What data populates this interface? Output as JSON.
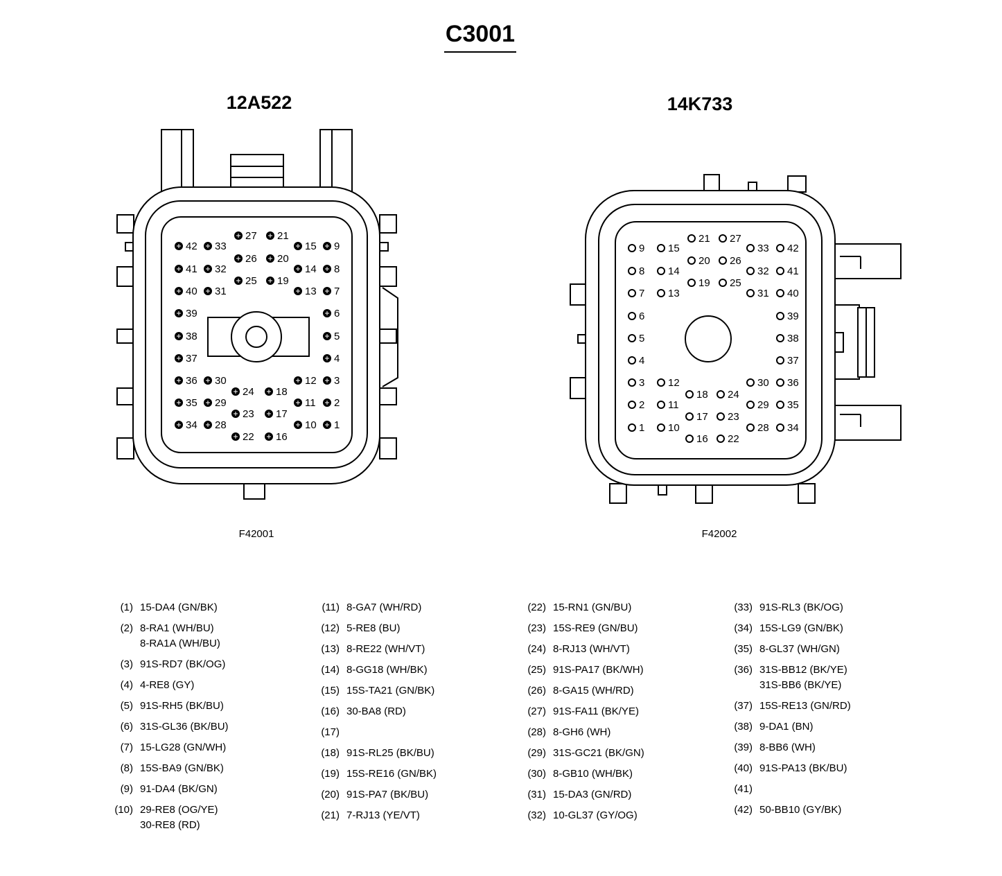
{
  "title": "C3001",
  "connectors": {
    "left": {
      "part_number": "12A522",
      "figure_id": "F42001",
      "center_key": "keyed-round-latch",
      "pins": [
        {
          "n": "1",
          "side": "right"
        },
        {
          "n": "2",
          "side": "right"
        },
        {
          "n": "3",
          "side": "right"
        },
        {
          "n": "4",
          "side": "right"
        },
        {
          "n": "5",
          "side": "right"
        },
        {
          "n": "6",
          "side": "right"
        },
        {
          "n": "7",
          "side": "right"
        },
        {
          "n": "8",
          "side": "right"
        },
        {
          "n": "9",
          "side": "right"
        },
        {
          "n": "10",
          "side": "right"
        },
        {
          "n": "11",
          "side": "right"
        },
        {
          "n": "12",
          "side": "right"
        },
        {
          "n": "13",
          "side": "right"
        },
        {
          "n": "14",
          "side": "right"
        },
        {
          "n": "15",
          "side": "right"
        },
        {
          "n": "16",
          "side": "right"
        },
        {
          "n": "17",
          "side": "right"
        },
        {
          "n": "18",
          "side": "right"
        },
        {
          "n": "19",
          "side": "right"
        },
        {
          "n": "20",
          "side": "right"
        },
        {
          "n": "21",
          "side": "right"
        },
        {
          "n": "22",
          "side": "right"
        },
        {
          "n": "23",
          "side": "right"
        },
        {
          "n": "24",
          "side": "right"
        },
        {
          "n": "25",
          "side": "right"
        },
        {
          "n": "26",
          "side": "right"
        },
        {
          "n": "27",
          "side": "right"
        },
        {
          "n": "28",
          "side": "right"
        },
        {
          "n": "29",
          "side": "right"
        },
        {
          "n": "30",
          "side": "right"
        },
        {
          "n": "31",
          "side": "right"
        },
        {
          "n": "32",
          "side": "right"
        },
        {
          "n": "33",
          "side": "right"
        },
        {
          "n": "34",
          "side": "right"
        },
        {
          "n": "35",
          "side": "right"
        },
        {
          "n": "36",
          "side": "right"
        },
        {
          "n": "37",
          "side": "right"
        },
        {
          "n": "38",
          "side": "right"
        },
        {
          "n": "39",
          "side": "right"
        },
        {
          "n": "40",
          "side": "right"
        },
        {
          "n": "41",
          "side": "right"
        },
        {
          "n": "42",
          "side": "right"
        }
      ]
    },
    "right": {
      "part_number": "14K733",
      "figure_id": "F42002",
      "center_key": "round-post",
      "pins": [
        "1",
        "2",
        "3",
        "4",
        "5",
        "6",
        "7",
        "8",
        "9",
        "10",
        "11",
        "12",
        "13",
        "14",
        "15",
        "16",
        "17",
        "18",
        "19",
        "20",
        "21",
        "22",
        "23",
        "24",
        "25",
        "26",
        "27",
        "28",
        "29",
        "30",
        "31",
        "32",
        "33",
        "34",
        "35",
        "36",
        "37",
        "38",
        "39",
        "40",
        "41",
        "42"
      ]
    }
  },
  "pinout": [
    {
      "pin": "(1)",
      "circuits": [
        "15-DA4 (GN/BK)"
      ]
    },
    {
      "pin": "(2)",
      "circuits": [
        "8-RA1 (WH/BU)",
        "8-RA1A (WH/BU)"
      ]
    },
    {
      "pin": "(3)",
      "circuits": [
        "91S-RD7 (BK/OG)"
      ]
    },
    {
      "pin": "(4)",
      "circuits": [
        "4-RE8 (GY)"
      ]
    },
    {
      "pin": "(5)",
      "circuits": [
        "91S-RH5 (BK/BU)"
      ]
    },
    {
      "pin": "(6)",
      "circuits": [
        "31S-GL36 (BK/BU)"
      ]
    },
    {
      "pin": "(7)",
      "circuits": [
        "15-LG28 (GN/WH)"
      ]
    },
    {
      "pin": "(8)",
      "circuits": [
        "15S-BA9 (GN/BK)"
      ]
    },
    {
      "pin": "(9)",
      "circuits": [
        "91-DA4 (BK/GN)"
      ]
    },
    {
      "pin": "(10)",
      "circuits": [
        "29-RE8 (OG/YE)",
        "30-RE8 (RD)"
      ]
    },
    {
      "pin": "(11)",
      "circuits": [
        "8-GA7 (WH/RD)"
      ]
    },
    {
      "pin": "(12)",
      "circuits": [
        "5-RE8 (BU)"
      ]
    },
    {
      "pin": "(13)",
      "circuits": [
        "8-RE22 (WH/VT)"
      ]
    },
    {
      "pin": "(14)",
      "circuits": [
        "8-GG18 (WH/BK)"
      ]
    },
    {
      "pin": "(15)",
      "circuits": [
        "15S-TA21 (GN/BK)"
      ]
    },
    {
      "pin": "(16)",
      "circuits": [
        "30-BA8 (RD)"
      ]
    },
    {
      "pin": "(17)",
      "circuits": []
    },
    {
      "pin": "(18)",
      "circuits": [
        "91S-RL25 (BK/BU)"
      ]
    },
    {
      "pin": "(19)",
      "circuits": [
        "15S-RE16 (GN/BK)"
      ]
    },
    {
      "pin": "(20)",
      "circuits": [
        "91S-PA7 (BK/BU)"
      ]
    },
    {
      "pin": "(21)",
      "circuits": [
        "7-RJ13 (YE/VT)"
      ]
    },
    {
      "pin": "(22)",
      "circuits": [
        "15-RN1 (GN/BU)"
      ]
    },
    {
      "pin": "(23)",
      "circuits": [
        "15S-RE9 (GN/BU)"
      ]
    },
    {
      "pin": "(24)",
      "circuits": [
        "8-RJ13 (WH/VT)"
      ]
    },
    {
      "pin": "(25)",
      "circuits": [
        "91S-PA17 (BK/WH)"
      ]
    },
    {
      "pin": "(26)",
      "circuits": [
        "8-GA15 (WH/RD)"
      ]
    },
    {
      "pin": "(27)",
      "circuits": [
        "91S-FA11 (BK/YE)"
      ]
    },
    {
      "pin": "(28)",
      "circuits": [
        "8-GH6 (WH)"
      ]
    },
    {
      "pin": "(29)",
      "circuits": [
        "31S-GC21 (BK/GN)"
      ]
    },
    {
      "pin": "(30)",
      "circuits": [
        "8-GB10 (WH/BK)"
      ]
    },
    {
      "pin": "(31)",
      "circuits": [
        "15-DA3 (GN/RD)"
      ]
    },
    {
      "pin": "(32)",
      "circuits": [
        "10-GL37 (GY/OG)"
      ]
    },
    {
      "pin": "(33)",
      "circuits": [
        "91S-RL3 (BK/OG)"
      ]
    },
    {
      "pin": "(34)",
      "circuits": [
        "15S-LG9 (GN/BK)"
      ]
    },
    {
      "pin": "(35)",
      "circuits": [
        "8-GL37 (WH/GN)"
      ]
    },
    {
      "pin": "(36)",
      "circuits": [
        "31S-BB12 (BK/YE)",
        "31S-BB6 (BK/YE)"
      ]
    },
    {
      "pin": "(37)",
      "circuits": [
        "15S-RE13 (GN/RD)"
      ]
    },
    {
      "pin": "(38)",
      "circuits": [
        "9-DA1 (BN)"
      ]
    },
    {
      "pin": "(39)",
      "circuits": [
        "8-BB6 (WH)"
      ]
    },
    {
      "pin": "(40)",
      "circuits": [
        "91S-PA13 (BK/BU)"
      ]
    },
    {
      "pin": "(41)",
      "circuits": []
    },
    {
      "pin": "(42)",
      "circuits": [
        "50-BB10 (GY/BK)"
      ]
    }
  ]
}
